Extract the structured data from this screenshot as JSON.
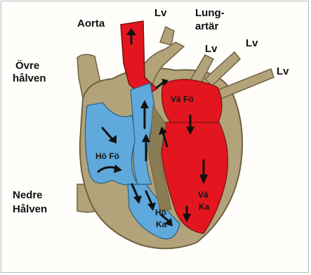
{
  "labels": {
    "aorta": "Aorta",
    "lv_top_left": "Lv",
    "lung_artar_line1": "Lung-",
    "lung_artar_line2": "artär",
    "lv_right_1": "Lv",
    "lv_right_2": "Lv",
    "lv_right_3": "Lv",
    "ovre_halven_line1": "Övre",
    "ovre_halven_line2": "hålven",
    "nedre_halven_line1": "Nedre",
    "nedre_halven_line2": "Hålven",
    "ho_fo": "Hö Fö",
    "va_fo": "Vä Fö",
    "ho_ka_line1": "Hö",
    "ho_ka_line2": "Ka",
    "va_ka_line1": "Vä",
    "va_ka_line2": "Ka"
  },
  "colors": {
    "oxygenated_blood": "#e3161f",
    "deoxygenated_blood": "#5fa9dc",
    "heart_wall": "#b2a37a",
    "heart_wall_shade": "#8a7c55",
    "arrow": "#111111"
  }
}
